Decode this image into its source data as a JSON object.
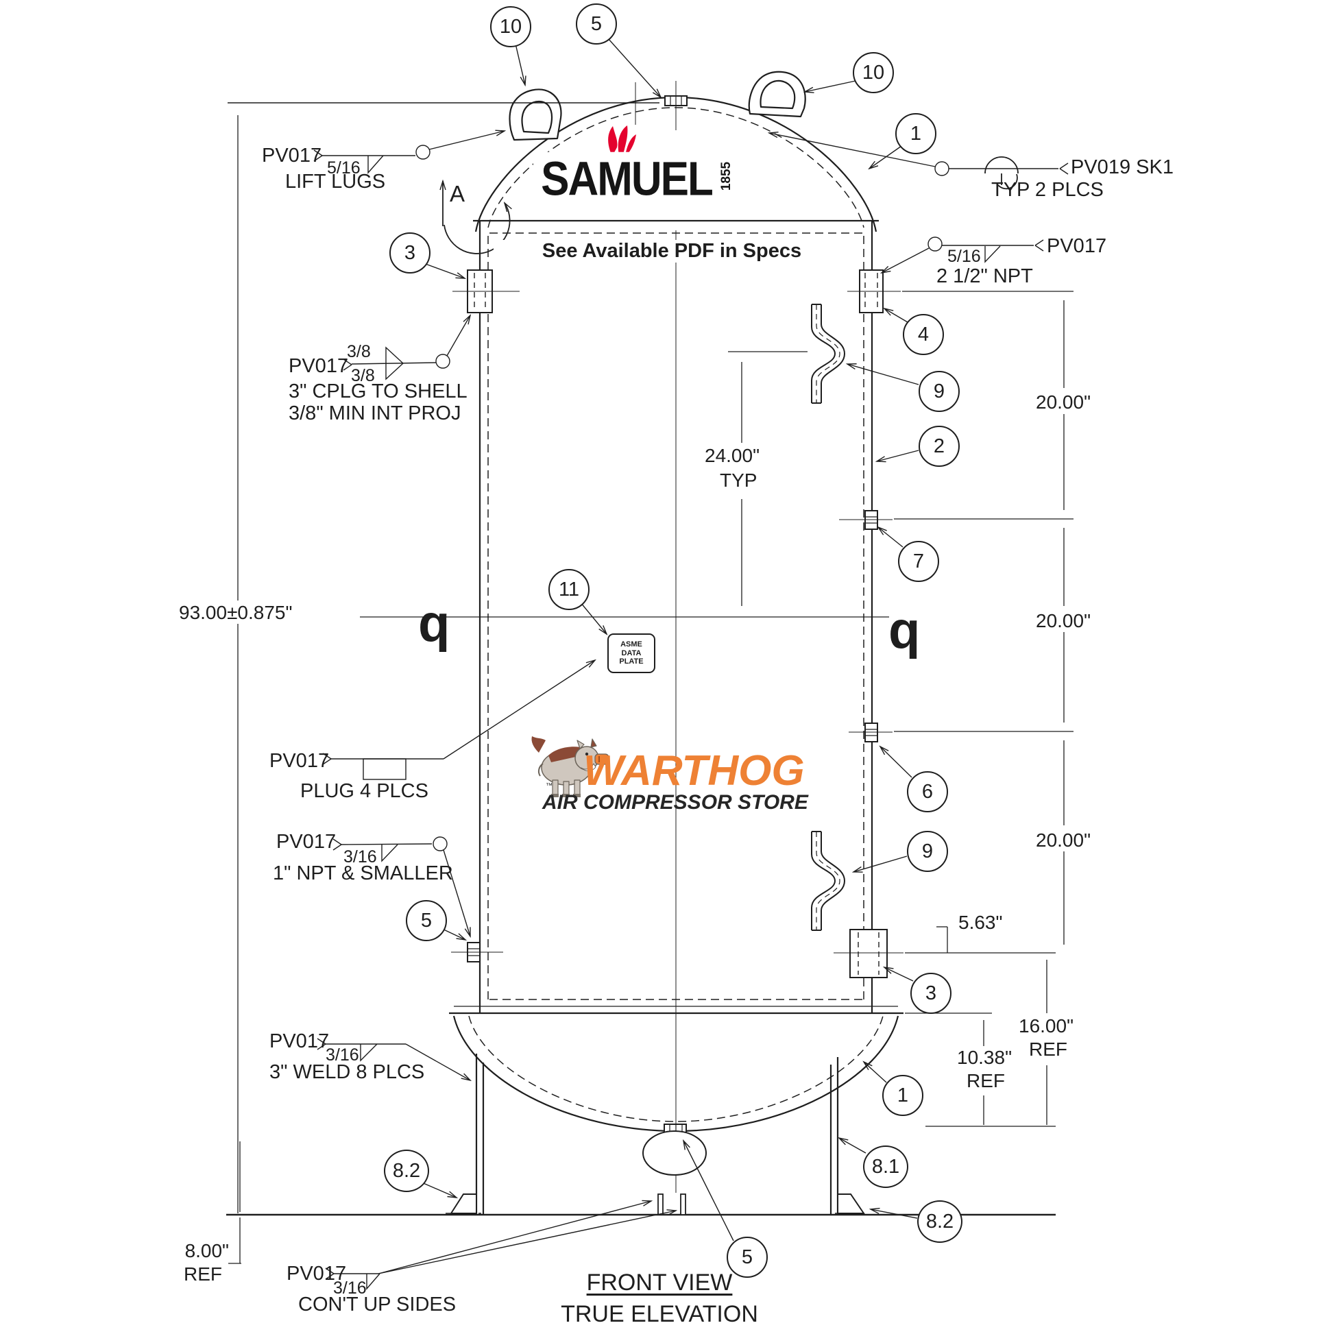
{
  "colors": {
    "line": "#1E1E1E",
    "samuel_red": "#E4032E",
    "warthog_orange": "#EE8134"
  },
  "drawing": {
    "view_title": "FRONT VIEW",
    "view_subtitle": "TRUE ELEVATION",
    "spec_note": "See Available PDF in Specs",
    "section_label": "A",
    "centerline_symbol": "q"
  },
  "logos": {
    "samuel": {
      "name": "SAMUEL",
      "year": "1855"
    },
    "warthog": {
      "name": "WARTHOG",
      "tagline": "AIR COMPRESSOR STORE",
      "tm": "™"
    }
  },
  "data_plate": {
    "line1": "ASME",
    "line2": "DATA",
    "line3": "PLATE"
  },
  "balloons": {
    "top_left_lug": "10",
    "top_fitting": "5",
    "top_right_lug": "10",
    "top_head": "1",
    "left_nozzle": "3",
    "right_nozzle": "4",
    "upper_clamp": "9",
    "shell": "2",
    "upper_coupling": "7",
    "nameplate": "11",
    "lower_coupling": "6",
    "lower_clamp": "9",
    "left_coupling": "5",
    "lower_nozzle": "3",
    "bottom_head": "1",
    "leg": "8.1",
    "left_gusset": "8.2",
    "right_gusset": "8.2",
    "bottom_fitting": "5"
  },
  "callouts": {
    "lift_lugs": {
      "tag": "PV017",
      "weld_size": "5/16",
      "note": "LIFT LUGS"
    },
    "coupling_to_shell": {
      "tag": "PV017",
      "weld_top": "3/8",
      "weld_bottom": "3/8",
      "note1": "3\" CPLG TO SHELL",
      "note2": "3/8\" MIN INT PROJ"
    },
    "sk1": {
      "tag": "PV019 SK1",
      "note": "TYP 2 PLCS"
    },
    "npt_2_5": {
      "tag": "PV017",
      "weld_size": "5/16",
      "note": "2 1/2\" NPT"
    },
    "plug": {
      "tag": "PV017",
      "note": "PLUG 4 PLCS"
    },
    "small_npt": {
      "tag": "PV017",
      "weld_size": "3/16",
      "note": "1\" NPT & SMALLER"
    },
    "weld_8": {
      "tag": "PV017",
      "weld_size": "3/16",
      "note": "3\" WELD 8 PLCS"
    },
    "cont_up_sides": {
      "tag": "PV017",
      "weld_size": "3/16",
      "note": "CON'T UP SIDES"
    }
  },
  "dimensions": {
    "overall_height": "93.00±0.875\"",
    "typ_spacing": "24.00\"",
    "typ_label": "TYP",
    "d20": "20.00\"",
    "d563": "5.63\"",
    "d16": "16.00\"",
    "d1038": "10.38\"",
    "d800": "8.00\"",
    "ref": "REF"
  }
}
